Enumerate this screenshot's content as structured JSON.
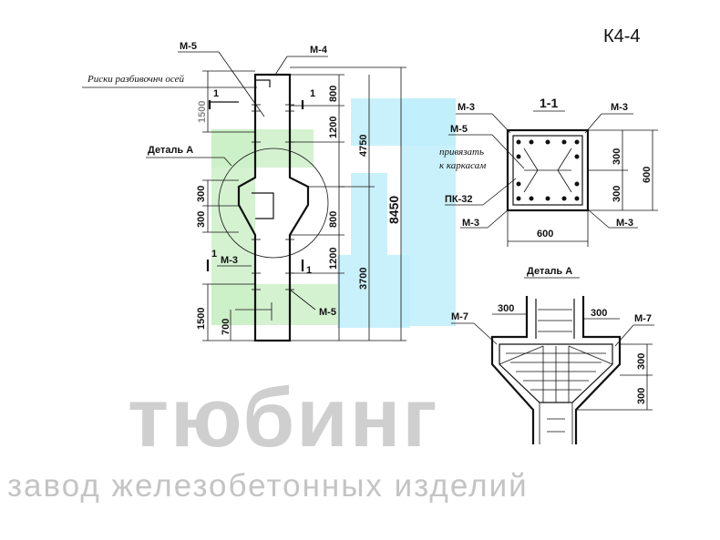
{
  "title": "К4-4",
  "watermark": {
    "brand": "тюбинг",
    "tagline": "завод железобетонных изделий",
    "colors": {
      "green": "#c9efc4",
      "cyan": "#bfeffa",
      "text": "#cccccc"
    }
  },
  "elevation": {
    "labels": {
      "m5_top": "М-5",
      "m4": "М-4",
      "riski": "Риски разбивочнч осей",
      "detail_a": "Деталь А",
      "m3_lower": "М-3",
      "m5_lower": "М-5",
      "sec1_top_left": "1",
      "sec1_top_right": "1",
      "sec1_low_left": "1",
      "sec1_low_right": "1"
    },
    "dims": {
      "d1500_top": "1500",
      "d800_top": "800",
      "d1200_top": "1200",
      "d4750": "4750",
      "d300_a": "300",
      "d300_b": "300",
      "d800_mid": "800",
      "d8450": "8450",
      "d1200_low": "1200",
      "d3700": "3700",
      "d1500_low": "1500",
      "d700": "700"
    }
  },
  "section": {
    "title": "1-1",
    "labels": {
      "m3_tl": "М-3",
      "m3_tr": "М-3",
      "m5": "М-5",
      "note_line1": "привязать",
      "note_line2": "к каркасам",
      "pk32": "ПК-32",
      "m3_bl": "М-3",
      "m3_br": "М-3"
    },
    "dims": {
      "d300_a": "300",
      "d300_b": "300",
      "d600_side": "600",
      "d600_bottom": "600"
    }
  },
  "detail": {
    "title": "Деталь А",
    "labels": {
      "m7_left": "М-7",
      "m7_right": "М-7"
    },
    "dims": {
      "d300_left": "300",
      "d300_right": "300",
      "d300_v1": "300",
      "d300_v2": "300"
    }
  }
}
